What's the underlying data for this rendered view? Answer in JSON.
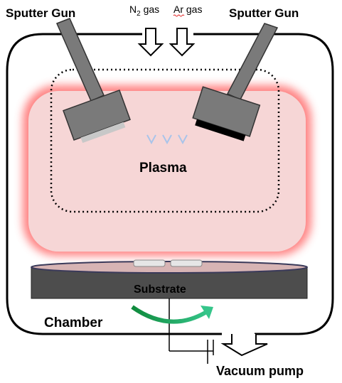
{
  "labels": {
    "sputter_gun_left": "Sputter Gun",
    "sputter_gun_right": "Sputter Gun",
    "n2_gas_prefix": "N",
    "n2_gas_subscript": "2",
    "n2_gas_suffix": " gas",
    "ar_gas": "Ar gas",
    "plasma": "Plasma",
    "substrate": "Substrate",
    "chamber": "Chamber",
    "vacuum_pump": "Vacuum pump"
  },
  "colors": {
    "plasma_fill": "#f6d6d6",
    "plasma_glow": "#ff7070",
    "gun_body": "#7a7a7a",
    "gun_target_left": "#c8c8c8",
    "gun_target_right": "#000000",
    "substrate_body": "#4d4d4d",
    "substrate_top": "#d7b4b4",
    "gas_flow": "#a9c4ea",
    "rotation_arrow": "#1aa060"
  }
}
